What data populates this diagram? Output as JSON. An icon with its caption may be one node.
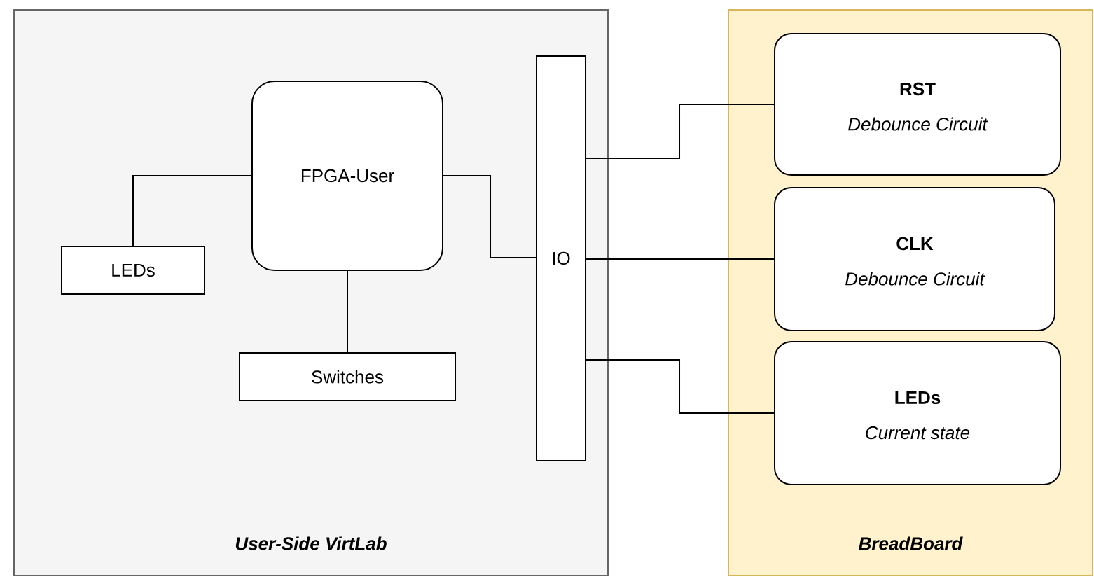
{
  "diagram": {
    "nodes": [
      {
        "text": [
          "User-Side VirtLab"
        ]
      },
      {
        "text": [
          "BreadBoard"
        ]
      },
      {
        "text": [
          "FPGA-User"
        ],
        "in": 0
      },
      {
        "text": [
          "LEDs"
        ],
        "in": 0
      },
      {
        "text": [
          "Switches"
        ],
        "in": 0
      },
      {
        "text": [
          "IO"
        ],
        "in": 0
      },
      {
        "text": [
          "RST",
          "Debounce Circuit"
        ],
        "in": 1
      },
      {
        "text": [
          "CLK",
          "Debounce Circuit"
        ],
        "in": 1
      },
      {
        "text": [
          "LEDs",
          "Current state"
        ],
        "in": 1
      }
    ],
    "edges": [
      {
        "from": 2,
        "to": 3,
        "arrow": "none"
      },
      {
        "from": 2,
        "to": 4,
        "arrow": "none"
      },
      {
        "from": 2,
        "to": 5,
        "arrow": "none"
      },
      {
        "from": 5,
        "to": 6,
        "arrow": "none"
      },
      {
        "from": 5,
        "to": 7,
        "arrow": "none"
      },
      {
        "from": 5,
        "to": 8,
        "arrow": "none"
      }
    ]
  }
}
